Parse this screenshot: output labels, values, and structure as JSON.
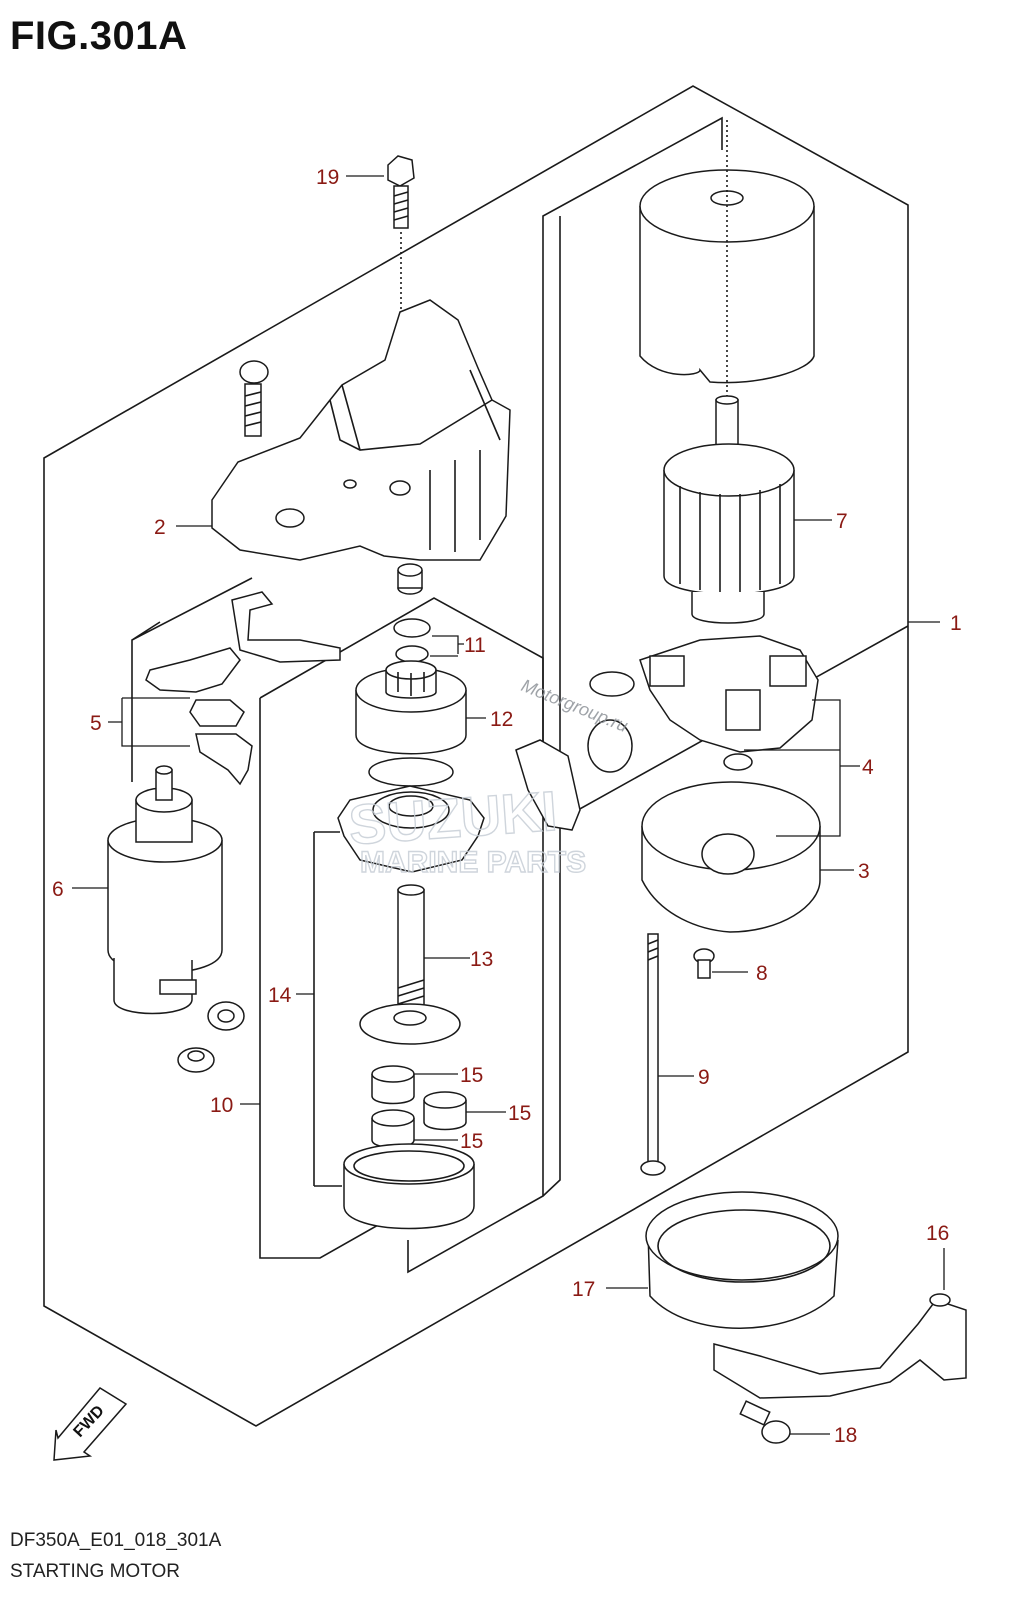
{
  "figure": {
    "title": "FIG.301A",
    "code": "DF350A_E01_018_301A",
    "caption": "STARTING MOTOR"
  },
  "watermark": {
    "brand": "SUZUKI",
    "subtitle": "MARINE PARTS",
    "site": "Motorgroup.ru"
  },
  "fwd_label": "FWD",
  "callouts": [
    {
      "id": "1",
      "label": "1"
    },
    {
      "id": "2",
      "label": "2"
    },
    {
      "id": "3",
      "label": "3"
    },
    {
      "id": "4",
      "label": "4"
    },
    {
      "id": "5",
      "label": "5"
    },
    {
      "id": "6",
      "label": "6"
    },
    {
      "id": "7",
      "label": "7"
    },
    {
      "id": "8",
      "label": "8"
    },
    {
      "id": "9",
      "label": "9"
    },
    {
      "id": "10",
      "label": "10"
    },
    {
      "id": "11",
      "label": "11"
    },
    {
      "id": "12",
      "label": "12"
    },
    {
      "id": "13",
      "label": "13"
    },
    {
      "id": "14",
      "label": "14"
    },
    {
      "id": "15a",
      "label": "15"
    },
    {
      "id": "15b",
      "label": "15"
    },
    {
      "id": "15c",
      "label": "15"
    },
    {
      "id": "16",
      "label": "16"
    },
    {
      "id": "17",
      "label": "17"
    },
    {
      "id": "18",
      "label": "18"
    },
    {
      "id": "19",
      "label": "19"
    }
  ],
  "colors": {
    "callout": "#8a1a14",
    "line": "#1a1a1a",
    "watermark": "#c7ced6"
  }
}
